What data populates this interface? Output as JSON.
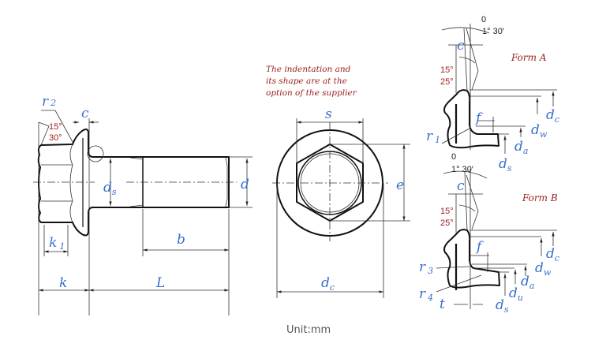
{
  "side_view": {
    "r2": {
      "base": "r",
      "sub": "2"
    },
    "angle_15": "15°",
    "angle_30": "30°",
    "c": "c",
    "ds": {
      "base": "d",
      "sub": "s"
    },
    "d": "d",
    "k1": {
      "base": "k",
      "sub": "1"
    },
    "b": "b",
    "k": "k",
    "L": "L"
  },
  "top_view": {
    "note": [
      "The indentation and",
      "its shape are at the",
      "option of the supplier"
    ],
    "s": "s",
    "e": "e",
    "dc": {
      "base": "d",
      "sub": "c"
    }
  },
  "form_a": {
    "title": "Form A",
    "tol_upper": "0",
    "tol_lower": "1° 30′",
    "c": "c",
    "angle_15": "15°",
    "angle_25": "25°",
    "f": "f",
    "r1": {
      "base": "r",
      "sub": "1"
    },
    "dc": {
      "base": "d",
      "sub": "c"
    },
    "dw": {
      "base": "d",
      "sub": "w"
    },
    "da": {
      "base": "d",
      "sub": "a"
    },
    "ds": {
      "base": "d",
      "sub": "s"
    }
  },
  "form_b": {
    "title": "Form B",
    "tol_upper": "0",
    "tol_lower": "1° 30′",
    "c": "c",
    "angle_15": "15°",
    "angle_25": "25°",
    "f": "f",
    "r3": {
      "base": "r",
      "sub": "3"
    },
    "r4": {
      "base": "r",
      "sub": "4"
    },
    "t": "t",
    "dc": {
      "base": "d",
      "sub": "c"
    },
    "dw": {
      "base": "d",
      "sub": "w"
    },
    "da": {
      "base": "d",
      "sub": "a"
    },
    "du": {
      "base": "d",
      "sub": "u"
    },
    "ds": {
      "base": "d",
      "sub": "s"
    }
  },
  "footer": {
    "unit": "Unit:mm"
  }
}
